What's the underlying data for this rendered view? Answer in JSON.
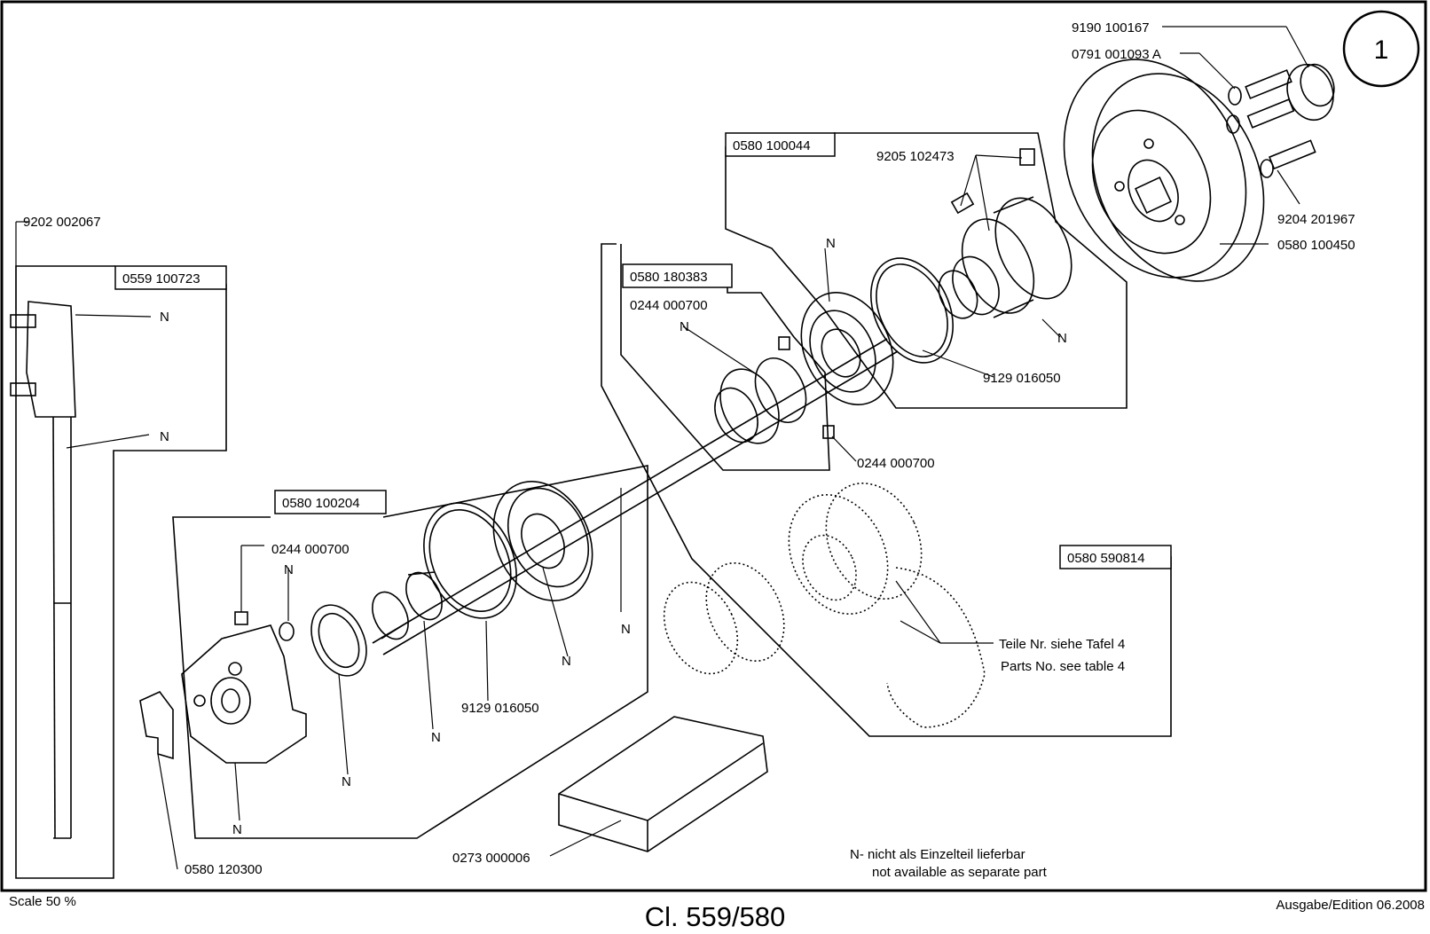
{
  "sheet": {
    "number": "1",
    "scale": "Scale 50 %",
    "title": "Cl. 559/580",
    "edition": "Ausgabe/Edition 06.2008"
  },
  "parts": {
    "p9190_100167": "9190 100167",
    "p0791_001093A": "0791 001093 A",
    "p9205_102473": "9205 102473",
    "p9204_201967": "9204 201967",
    "p0580_100450": "0580 100450",
    "p0580_100044": "0580 100044",
    "p0580_180383": "0580 180383",
    "p0244_000700_a": "0244 000700",
    "p0244_000700_b": "0244 000700",
    "p0244_000700_c": "0244 000700",
    "p9129_016050_a": "9129 016050",
    "p9129_016050_b": "9129 016050",
    "p0580_590814": "0580 590814",
    "p9202_002067": "9202 002067",
    "p0559_100723": "0559 100723",
    "p0580_100204": "0580 100204",
    "p0580_120300": "0580 120300",
    "p0273_000006": "0273 000006"
  },
  "notes": {
    "n": "N",
    "parts_ref_de": "Teile Nr. siehe Tafel 4",
    "parts_ref_en": "Parts No. see table 4",
    "legend_de": "N- nicht als Einzelteil lieferbar",
    "legend_en": "not available as separate part"
  }
}
